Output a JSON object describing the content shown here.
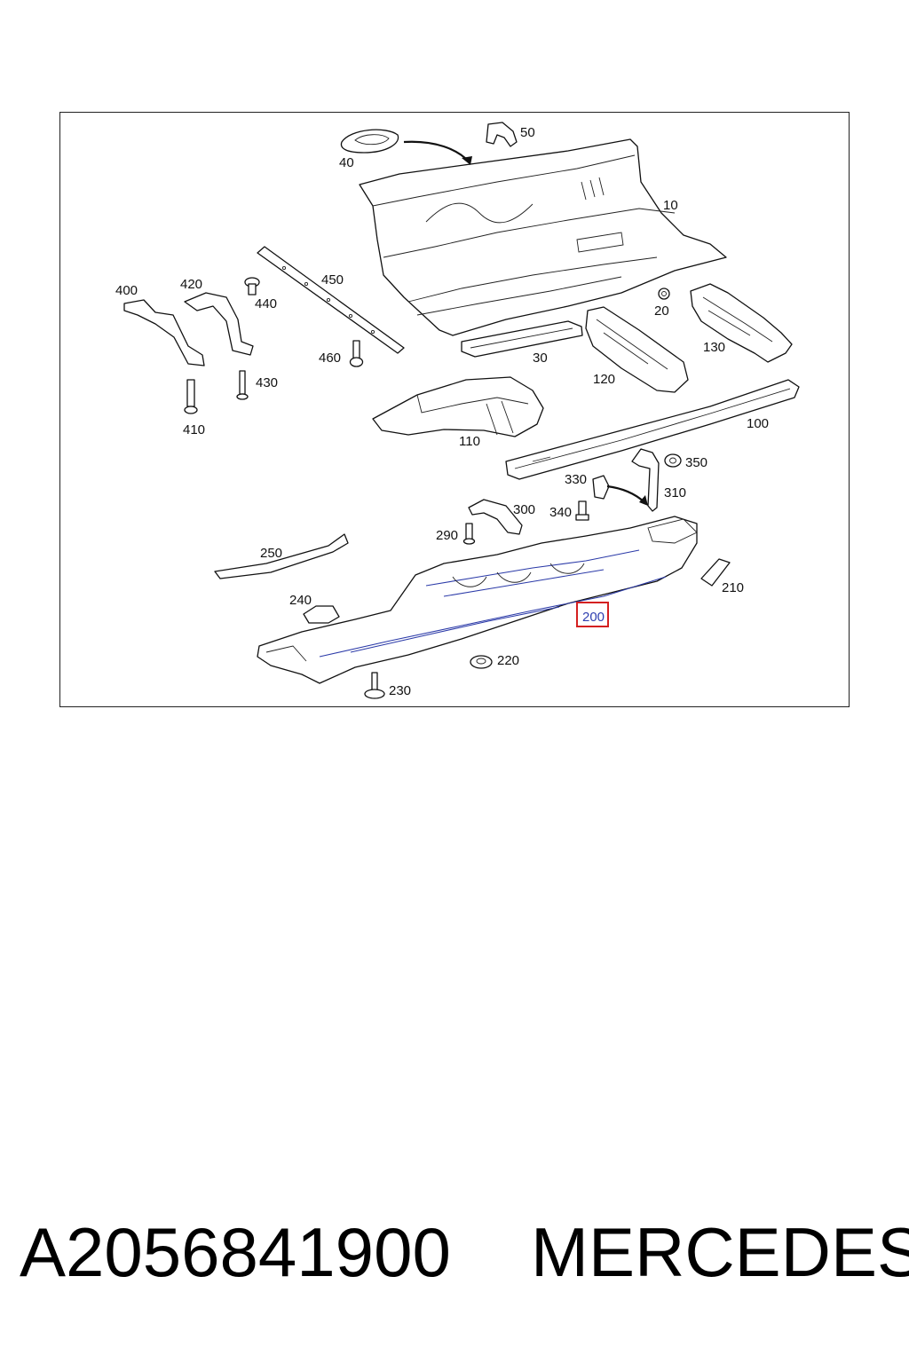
{
  "diagram": {
    "callouts": {
      "c10": "10",
      "c20": "20",
      "c30": "30",
      "c40": "40",
      "c50": "50",
      "c100": "100",
      "c110": "110",
      "c120": "120",
      "c130": "130",
      "c200": "200",
      "c210": "210",
      "c220": "220",
      "c230": "230",
      "c240": "240",
      "c250": "250",
      "c290": "290",
      "c300": "300",
      "c310": "310",
      "c330": "330",
      "c340": "340",
      "c350": "350",
      "c400": "400",
      "c410": "410",
      "c420": "420",
      "c430": "430",
      "c440": "440",
      "c450": "450",
      "c460": "460"
    },
    "highlighted_callout": "200",
    "highlight_color": "#d42020"
  },
  "footer": {
    "part_number": "A2056841900",
    "brand": "MERCEDES"
  }
}
